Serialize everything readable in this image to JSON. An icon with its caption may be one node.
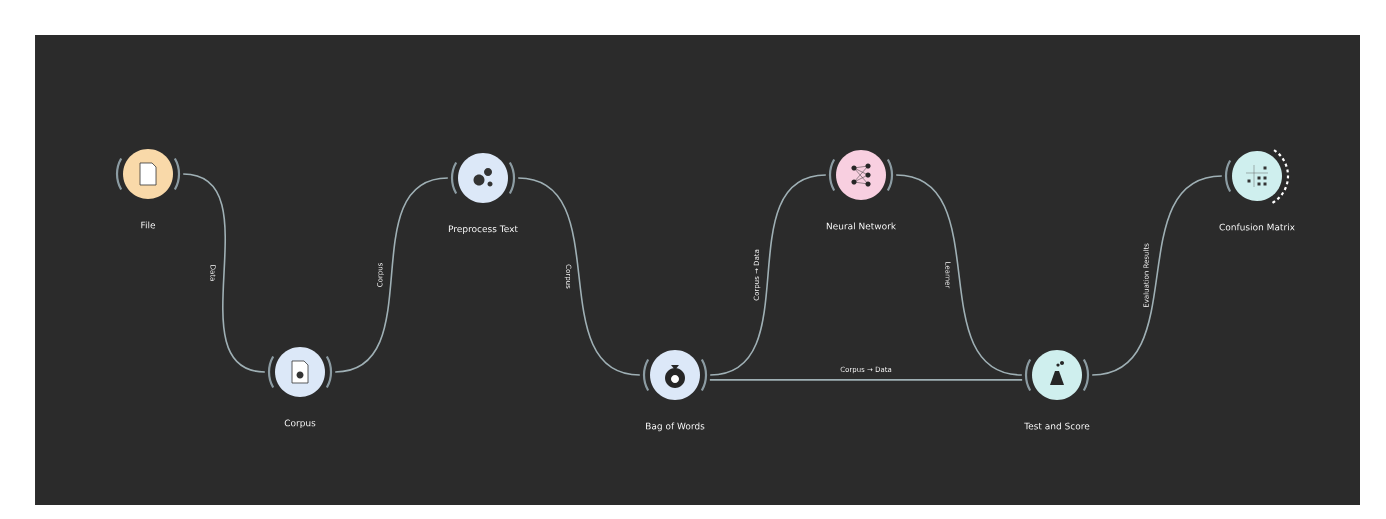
{
  "diagram": {
    "nodes": [
      {
        "text": [
          "File"
        ]
      },
      {
        "text": [
          "Corpus"
        ]
      },
      {
        "text": [
          "Preprocess Text"
        ]
      },
      {
        "text": [
          "Bag of Words"
        ]
      },
      {
        "text": [
          "Neural Network"
        ]
      },
      {
        "text": [
          "Test and Score"
        ]
      },
      {
        "text": [
          "Confusion Matrix"
        ]
      }
    ],
    "edges": [
      {
        "from": 0,
        "to": 1,
        "arrow": "none",
        "label": "Data"
      },
      {
        "from": 1,
        "to": 2,
        "arrow": "none",
        "label": "Corpus"
      },
      {
        "from": 2,
        "to": 3,
        "arrow": "none",
        "label": "Corpus"
      },
      {
        "from": 3,
        "to": 4,
        "arrow": "none",
        "label": "Corpus → Data"
      },
      {
        "from": 3,
        "to": 5,
        "arrow": "none",
        "label": "Corpus → Data"
      },
      {
        "from": 4,
        "to": 5,
        "arrow": "none",
        "label": "Learner"
      },
      {
        "from": 5,
        "to": 6,
        "arrow": "none",
        "label": "Evaluation Results"
      }
    ]
  }
}
